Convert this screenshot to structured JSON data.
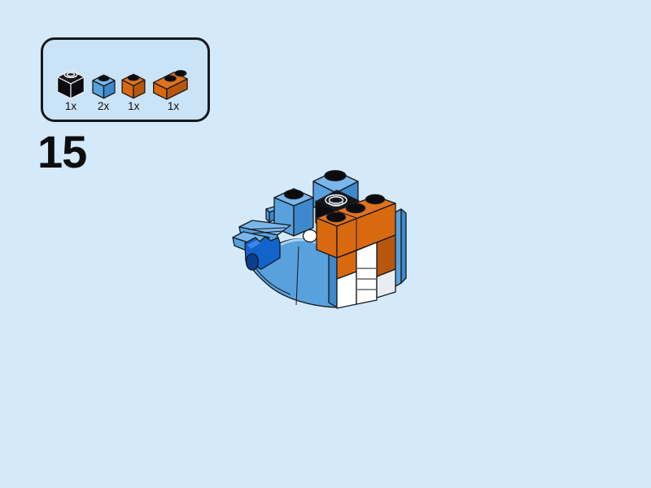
{
  "page": {
    "kind": "lego-building-instruction-step",
    "background": "#d4eafb"
  },
  "step": {
    "number": "15"
  },
  "parts_panel": {
    "parts": [
      {
        "count_label": "1x",
        "part": "brick-1x1",
        "color_name": "black",
        "stud": "hollow"
      },
      {
        "count_label": "2x",
        "part": "brick-1x1",
        "color_name": "medium-blue",
        "stud": "solid"
      },
      {
        "count_label": "1x",
        "part": "brick-1x1",
        "color_name": "orange",
        "stud": "solid"
      },
      {
        "count_label": "1x",
        "part": "brick-1x2",
        "color_name": "orange",
        "stud": "solid"
      }
    ]
  },
  "palette": {
    "page": {
      "bg": "#d4eafb",
      "boxbg": "#cbe3f6",
      "outline": "#17181b",
      "text": "#0c0d0f"
    },
    "blue": {
      "top": "#79b7ea",
      "front": "#58a1dd",
      "side": "#3d89cb",
      "hl": "#a8d3f3"
    },
    "darkblue": {
      "front": "#1363cd",
      "side": "#0a47a1",
      "barrel": "#0b3e8f",
      "hl": "#3c86e8"
    },
    "orange": {
      "top": "#e0721e",
      "front": "#d8690f",
      "side": "#b7570e"
    },
    "black": {
      "top": "#16161d",
      "front": "#0b0b10",
      "ring": "#e9eef3"
    },
    "white": {
      "front": "#ffffff",
      "side": "#e9edf1"
    }
  }
}
